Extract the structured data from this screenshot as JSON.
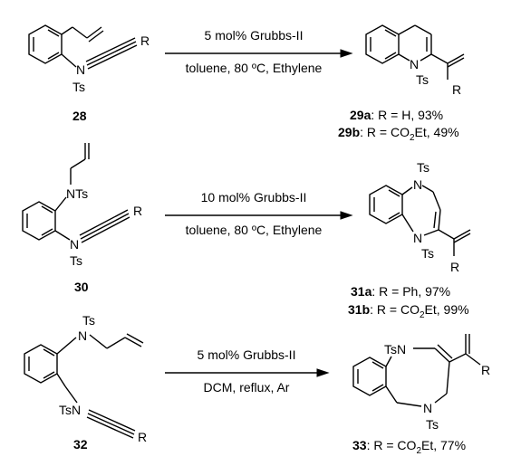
{
  "reactions": [
    {
      "start_label": "28",
      "conditions_top": "5 mol% Grubbs-II",
      "conditions_bottom": "toluene, 80 ºC, Ethylene",
      "product_lines": [
        {
          "id": "29a",
          "text": ": R = H, 93%"
        },
        {
          "id": "29b",
          "text_pre": ": R = CO",
          "sub": "2",
          "text_post": "Et, 49%"
        }
      ]
    },
    {
      "start_label": "30",
      "conditions_top": "10 mol% Grubbs-II",
      "conditions_bottom": "toluene, 80 ºC, Ethylene",
      "product_lines": [
        {
          "id": "31a",
          "text": ": R = Ph, 97%"
        },
        {
          "id": "31b",
          "text_pre": ": R = CO",
          "sub": "2",
          "text_post": "Et, 99%"
        }
      ]
    },
    {
      "start_label": "32",
      "conditions_top": "5 mol% Grubbs-II",
      "conditions_bottom": "DCM, reflux, Ar",
      "product_lines": [
        {
          "id": "33",
          "text_pre": ": R = CO",
          "sub": "2",
          "text_post": "Et, 77%"
        }
      ]
    }
  ],
  "atoms": {
    "R": "R",
    "N": "N",
    "Ts": "Ts",
    "NTs": "NTs",
    "TsN": "TsN"
  }
}
